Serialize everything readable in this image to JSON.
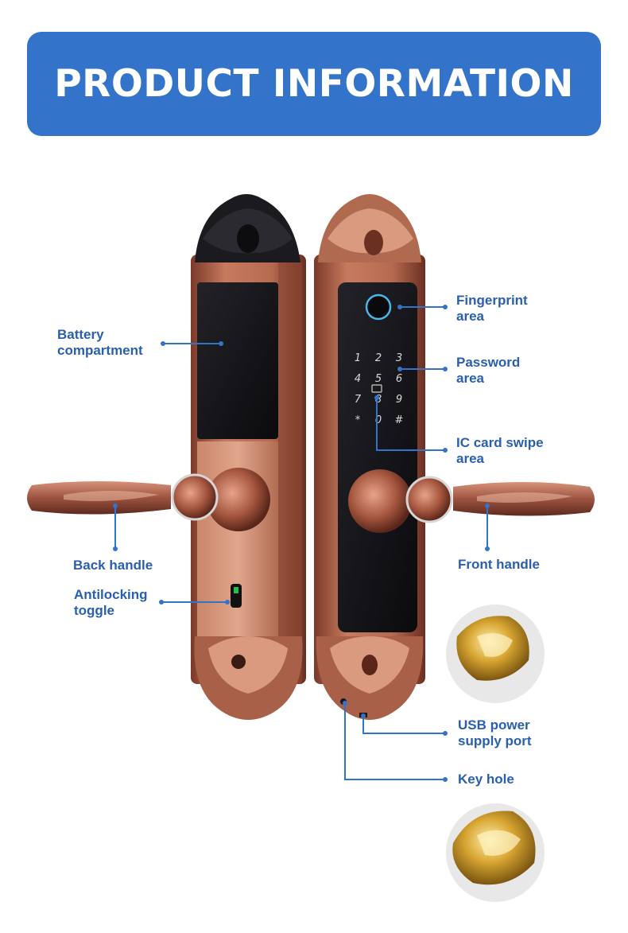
{
  "colors": {
    "accent": "#3373c9",
    "label_text": "#2a5fae",
    "copper": "#b7694f",
    "copper_dark": "#6e3324",
    "panel_black": "#141418",
    "gold": "#c99a2a"
  },
  "banner": {
    "title": "PRODUCT INFORMATION"
  },
  "callouts": {
    "battery": {
      "line1": "Battery",
      "line2": "compartment"
    },
    "fingerprint": {
      "line1": "Fingerprint",
      "line2": "area"
    },
    "password": {
      "line1": "Password",
      "line2": "area"
    },
    "ic_card": {
      "line1": "IC card swipe",
      "line2": "area"
    },
    "back_handle": {
      "line1": "Back handle"
    },
    "front_handle": {
      "line1": "Front handle"
    },
    "antilocking": {
      "line1": "Antilocking",
      "line2": "toggle"
    },
    "usb": {
      "line1": "USB power",
      "line2": "supply port"
    },
    "key_hole": {
      "line1": "Key hole"
    }
  },
  "keypad": {
    "keys": [
      "1",
      "2",
      "3",
      "4",
      "5",
      "6",
      "7",
      "8",
      "9",
      "*",
      "0",
      "#"
    ]
  },
  "icons": [
    "fingerprint-sensor-icon",
    "nfc-card-icon",
    "antilock-toggle-icon",
    "usb-port-icon",
    "keyhole-icon"
  ]
}
